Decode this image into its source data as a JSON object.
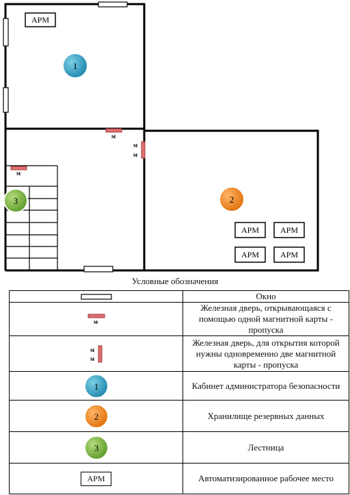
{
  "plan": {
    "workstation_label": "АРМ",
    "door_letter": "м",
    "rooms": [
      {
        "number": "1",
        "color": "#35A5C7"
      },
      {
        "number": "2",
        "color": "#F08A24"
      },
      {
        "number": "3",
        "color": "#7DB83E"
      }
    ]
  },
  "legend": {
    "title": "Условные обозначения",
    "rows": [
      {
        "symbol": "window",
        "text": "Окно"
      },
      {
        "symbol": "single-door",
        "text": "Железная дверь, открывающаяся с помощью одной магнитной карты - пропуска"
      },
      {
        "symbol": "double-door",
        "text": "Железная дверь, для открытия которой нужны одновременно две магнитной карты - пропуска"
      },
      {
        "symbol": "room-1",
        "text": "Кабинет администратора безопасности"
      },
      {
        "symbol": "room-2",
        "text": "Хранилище резервных данных"
      },
      {
        "symbol": "room-3",
        "text": "Лестница"
      },
      {
        "symbol": "workstation",
        "text": "Автоматизированное рабочее место"
      }
    ]
  },
  "colors": {
    "wall": "#000000",
    "door_fill": "#E07070",
    "door_stroke": "#A03838"
  }
}
